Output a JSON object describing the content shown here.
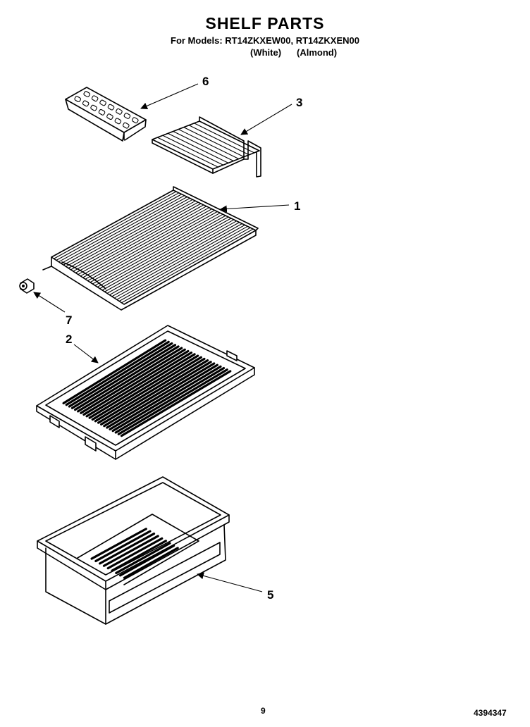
{
  "header": {
    "title": "SHELF PARTS",
    "models_line": "For Models: RT14ZKXEW00, RT14ZKXEN00",
    "variant_white": "(White)",
    "variant_almond": "(Almond)"
  },
  "callouts": {
    "ice_tray": "6",
    "small_rack": "3",
    "wire_shelf": "1",
    "shelf_end_cap": "7",
    "crisper_cover": "2",
    "crisper_pan": "5"
  },
  "footer": {
    "page_number": "9",
    "document_number": "4394347"
  }
}
